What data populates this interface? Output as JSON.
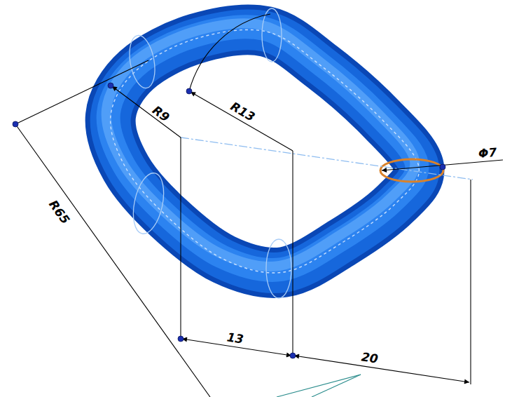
{
  "diagram": {
    "labels": [
      "R65",
      "R9",
      "R13",
      "13",
      "20",
      "Φ7"
    ]
  }
}
